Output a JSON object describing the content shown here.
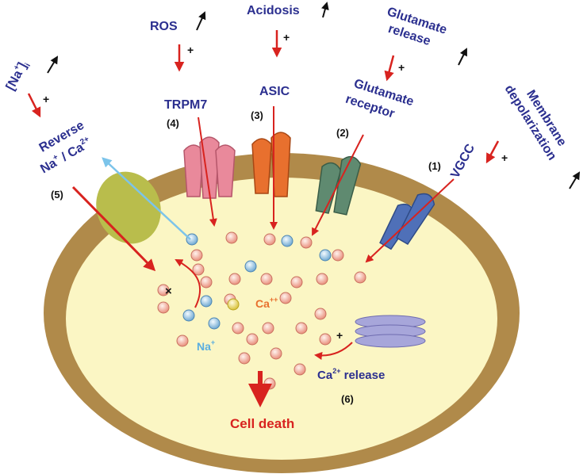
{
  "labels": {
    "ros": "ROS",
    "acidosis": "Acidosis",
    "glutamate_release_line1": "Glutamate",
    "glutamate_release_line2": "release",
    "na_i_base": "[Na",
    "na_i_sup": "+",
    "na_i_close": "]",
    "na_i_sub": "i",
    "trpm7": "TRPM7",
    "asic": "ASIC",
    "glutamate_receptor_line1": "Glutamate",
    "glutamate_receptor_line2": "receptor",
    "membrane_line1": "Membrane",
    "membrane_line2": "depolarization",
    "vgcc": "VGCC",
    "reverse_line1": "Reverse",
    "reverse_line2_a": "Na",
    "reverse_line2_sup1": "+",
    "reverse_line2_b": " / Ca",
    "reverse_line2_sup2": "2+",
    "num1": "(1)",
    "num2": "(2)",
    "num3": "(3)",
    "num4": "(4)",
    "num5": "(5)",
    "num6": "(6)",
    "ca_base": "Ca",
    "ca_sup": "++",
    "na_base": "Na",
    "na_sup": "+",
    "ca_release_base": "Ca",
    "ca_release_sup": "2+",
    "ca_release_rest": " release",
    "cell_death": "Cell death",
    "plus": "+",
    "times": "×"
  },
  "colors": {
    "membrane": "#b08a4a",
    "cytoplasm": "#fbf6c4",
    "label_navy": "#2b2f8f",
    "arrow_red": "#d8231f",
    "arrow_blue": "#7cc4ea",
    "trpm7": "#e9899b",
    "asic": "#e8702e",
    "glutamate_receptor": "#5f8a70",
    "vgcc": "#4f70b8",
    "exchanger": "#b9bd4c",
    "ca_ion": "#f2b7a4",
    "na_ion": "#a8cde6",
    "er_stack": "#a7a6da"
  }
}
